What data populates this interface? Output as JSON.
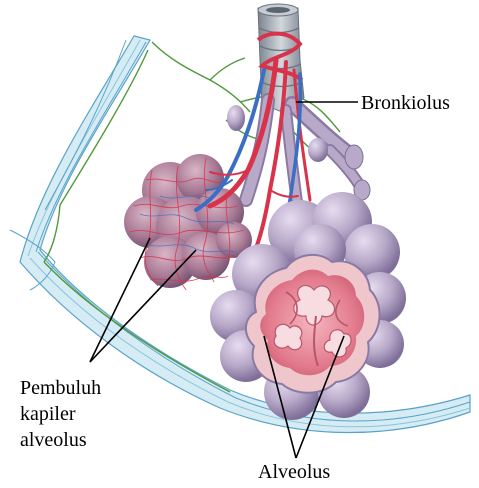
{
  "labels": {
    "bronkiolus": "Bronkiolus",
    "pembuluh_kapiler_alveolus": [
      "Pembuluh",
      "kapiler",
      "alveolus"
    ],
    "alveolus": "Alveolus"
  },
  "colors": {
    "membrane_light": "#bfe0ee",
    "membrane_line": "#5aa3c8",
    "alveoli_purple": "#b9a9c9",
    "alveoli_shadow": "#8a7aa3",
    "alveoli_interior": "#e27a8c",
    "capillary_red": "#d8334a",
    "vein_blue": "#3a6fc4",
    "nerve_green": "#4f9a3a",
    "trachea_grey": "#9aa2ad",
    "leader_line": "#000000",
    "label_text": "#000000"
  }
}
